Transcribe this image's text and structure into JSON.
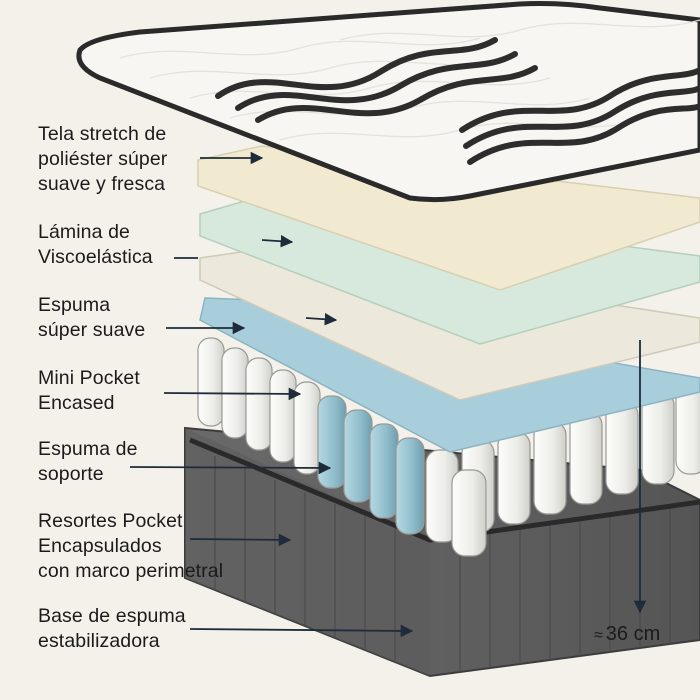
{
  "labels": [
    "Tela stretch de\npoliéster súper\nsuave y fresca",
    "Lámina de\nViscoelástica",
    "Espuma\nsúper suave",
    "Mini Pocket\nEncased",
    "Espuma de\nsoporte",
    "Resortes Pocket\nEncapsulados\ncon marco perimetral",
    "Base de espuma\nestabilizadora"
  ],
  "height": {
    "approx_symbol": "≈",
    "value": "36 cm"
  },
  "colors": {
    "background": "#f4f1ea",
    "top_fabric": "#f7f6f3",
    "top_border": "#2a2a2a",
    "cream_layer": "#f1ead0",
    "green_layer": "#d7e9dc",
    "ivory_layer": "#ede8dc",
    "blue_layer": "#a9cedb",
    "springs_white": "#eeeeeb",
    "springs_blue": "#8fbccb",
    "base_grey": "#606060",
    "arrow": "#1d2b3a"
  }
}
